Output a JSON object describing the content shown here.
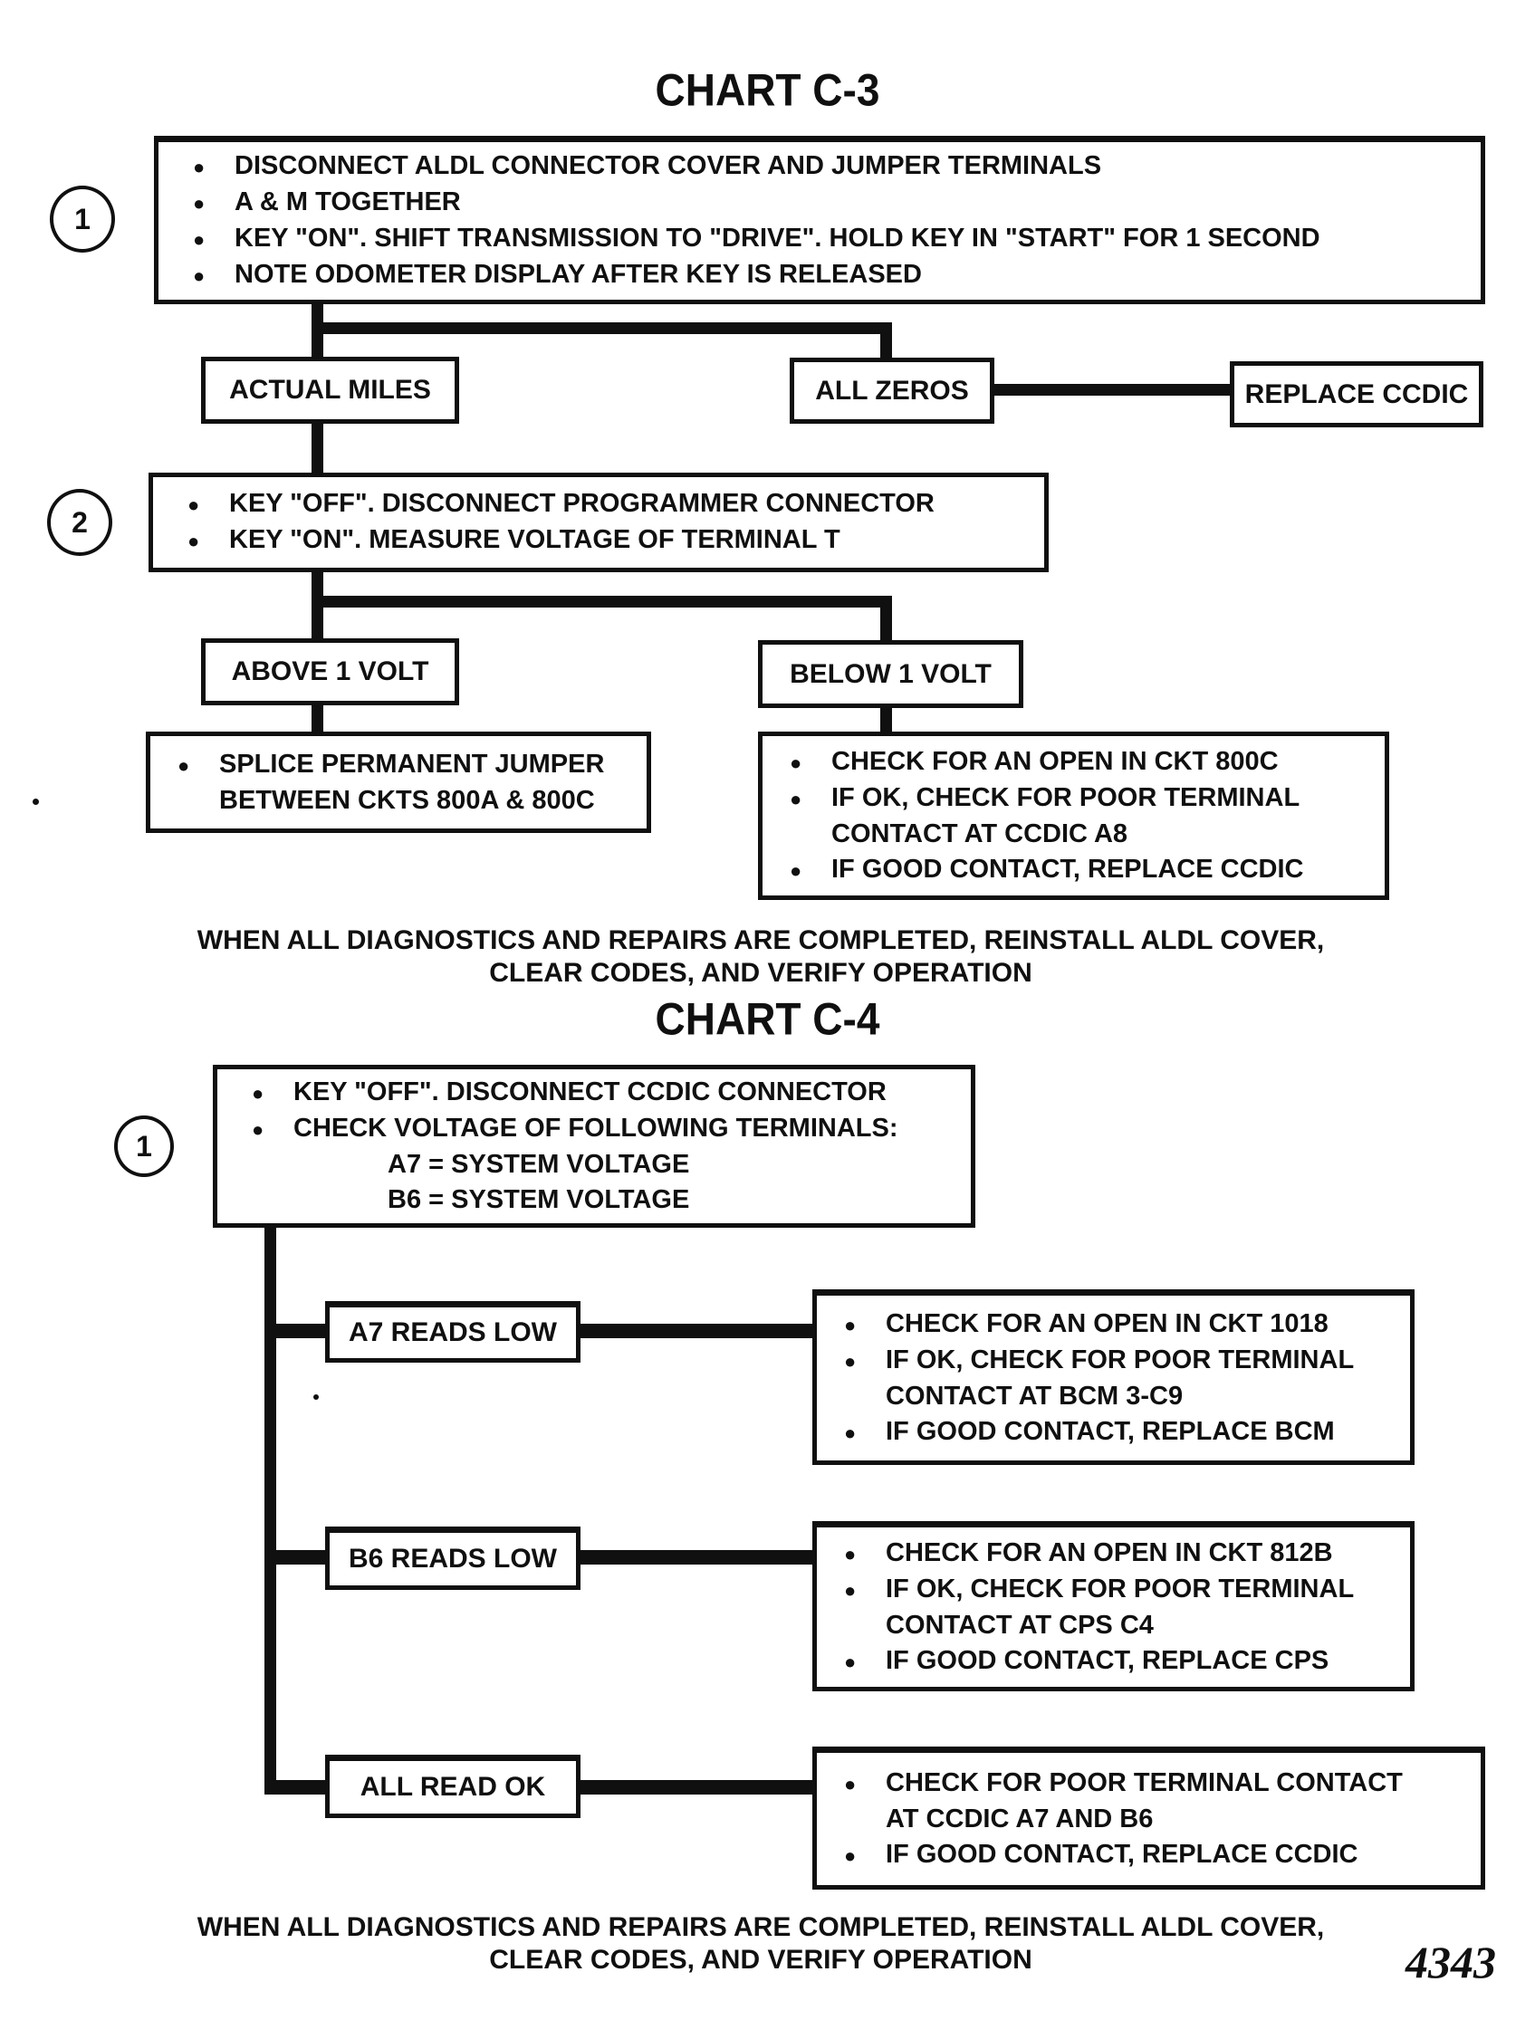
{
  "icons": {
    "bullet": "●"
  },
  "chart3": {
    "title": "CHART C-3",
    "step1_marker": "1",
    "step1_items": [
      "DISCONNECT ALDL CONNECTOR COVER AND JUMPER TERMINALS",
      "A & M TOGETHER",
      "KEY \"ON\". SHIFT TRANSMISSION TO \"DRIVE\". HOLD KEY IN \"START\" FOR 1 SECOND",
      "NOTE ODOMETER DISPLAY AFTER KEY IS RELEASED"
    ],
    "actual_miles": "ACTUAL MILES",
    "all_zeros": "ALL ZEROS",
    "replace_ccdic": "REPLACE CCDIC",
    "step2_marker": "2",
    "step2_items": [
      "KEY \"OFF\". DISCONNECT PROGRAMMER CONNECTOR",
      "KEY \"ON\". MEASURE VOLTAGE OF TERMINAL T"
    ],
    "above_volt": "ABOVE 1 VOLT",
    "below_volt": "BELOW 1 VOLT",
    "splice_lines": [
      "SPLICE PERMANENT JUMPER",
      "BETWEEN CKTS 800A & 800C"
    ],
    "check_lines": [
      "CHECK FOR AN OPEN IN CKT 800C",
      "IF OK, CHECK FOR POOR TERMINAL",
      "CONTACT AT CCDIC A8",
      "IF GOOD CONTACT, REPLACE CCDIC"
    ],
    "footer": [
      "WHEN ALL DIAGNOSTICS AND REPAIRS ARE COMPLETED, REINSTALL ALDL COVER,",
      "CLEAR CODES, AND VERIFY OPERATION"
    ]
  },
  "chart4": {
    "title": "CHART C-4",
    "step1_marker": "1",
    "step1_items": [
      "KEY \"OFF\". DISCONNECT CCDIC CONNECTOR",
      "CHECK VOLTAGE OF FOLLOWING TERMINALS:",
      "A7 = SYSTEM VOLTAGE",
      "B6 = SYSTEM VOLTAGE"
    ],
    "branch_a7": {
      "label": "A7 READS LOW",
      "actions": [
        "CHECK FOR AN OPEN IN CKT 1018",
        "IF OK, CHECK FOR POOR TERMINAL",
        "CONTACT AT BCM 3-C9",
        "IF GOOD CONTACT, REPLACE BCM"
      ]
    },
    "branch_b6": {
      "label": "B6 READS LOW",
      "actions": [
        "CHECK FOR AN OPEN IN CKT 812B",
        "IF OK, CHECK FOR POOR TERMINAL",
        "CONTACT AT CPS C4",
        "IF GOOD CONTACT, REPLACE CPS"
      ]
    },
    "branch_all": {
      "label": "ALL READ OK",
      "actions": [
        "CHECK FOR POOR TERMINAL CONTACT",
        "AT CCDIC A7 AND B6",
        "IF GOOD CONTACT, REPLACE CCDIC"
      ]
    },
    "footer": [
      "WHEN ALL DIAGNOSTICS AND REPAIRS ARE COMPLETED, REINSTALL ALDL COVER,",
      "CLEAR CODES, AND VERIFY OPERATION"
    ],
    "page_number": "4343"
  }
}
